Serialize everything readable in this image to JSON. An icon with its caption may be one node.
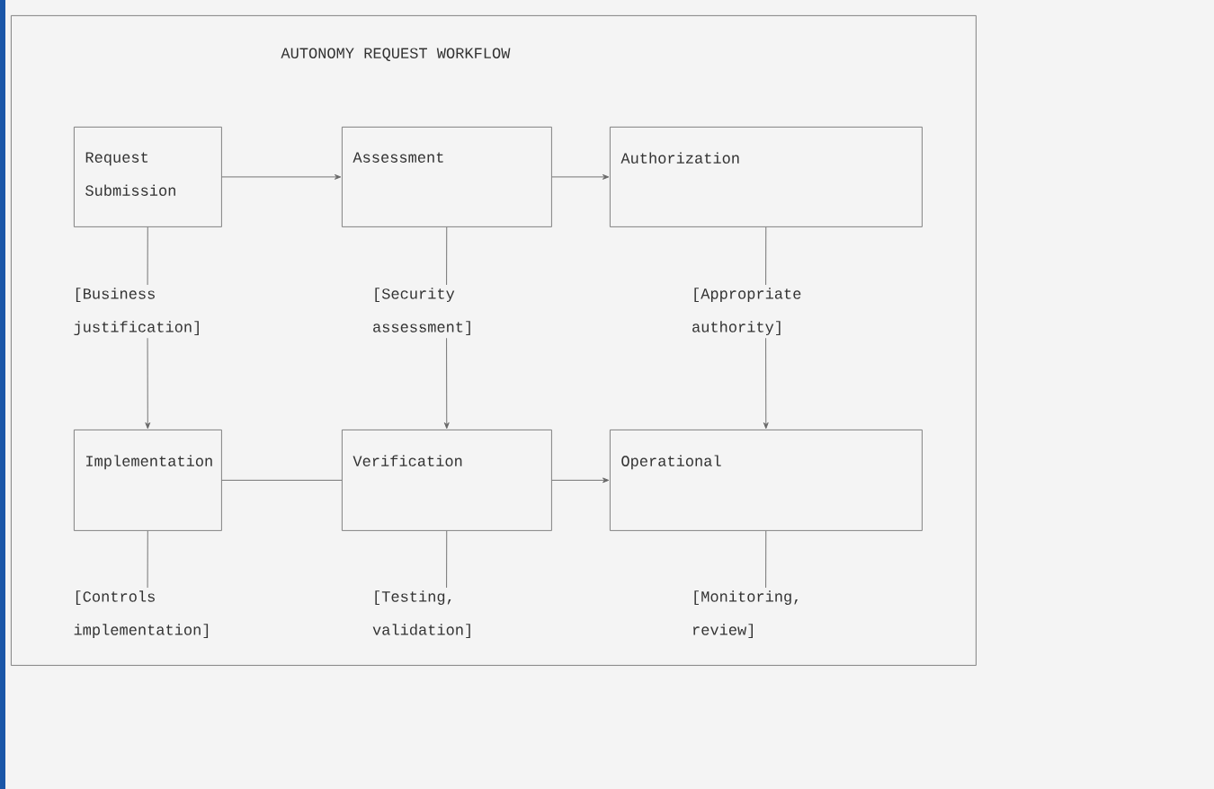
{
  "diagram": {
    "nodes": [
      {
        "text": [
          "AUTONOMY REQUEST WORKFLOW"
        ]
      },
      {
        "text": [
          "Request Submission"
        ],
        "in": 0
      },
      {
        "text": [
          "Assessment"
        ],
        "in": 0
      },
      {
        "text": [
          "Authorization"
        ],
        "in": 0
      },
      {
        "text": [
          "[Business justification]"
        ],
        "in": 0
      },
      {
        "text": [
          "[Security assessment]"
        ],
        "in": 0
      },
      {
        "text": [
          "[Appropriate authority]"
        ],
        "in": 0
      },
      {
        "text": [
          "Implementation"
        ],
        "in": 0
      },
      {
        "text": [
          "Verification"
        ],
        "in": 0
      },
      {
        "text": [
          "Operational"
        ],
        "in": 0
      },
      {
        "text": [
          "[Controls implementation]"
        ],
        "in": 0
      },
      {
        "text": [
          "[Testing, validation]"
        ],
        "in": 0
      },
      {
        "text": [
          "[Monitoring, review]"
        ],
        "in": 0
      }
    ],
    "edges": [
      {
        "from": 1,
        "to": 2,
        "arrow": "to"
      },
      {
        "from": 2,
        "to": 3,
        "arrow": "to"
      },
      {
        "from": 1,
        "to": 4,
        "arrow": "none"
      },
      {
        "from": 2,
        "to": 5,
        "arrow": "none"
      },
      {
        "from": 3,
        "to": 6,
        "arrow": "none"
      },
      {
        "from": 4,
        "to": 7,
        "arrow": "to"
      },
      {
        "from": 5,
        "to": 8,
        "arrow": "to"
      },
      {
        "from": 6,
        "to": 9,
        "arrow": "to"
      },
      {
        "from": 7,
        "to": 8,
        "arrow": "none"
      },
      {
        "from": 8,
        "to": 9,
        "arrow": "to"
      },
      {
        "from": 7,
        "to": 10,
        "arrow": "none"
      },
      {
        "from": 8,
        "to": 11,
        "arrow": "none"
      },
      {
        "from": 9,
        "to": 12,
        "arrow": "none"
      }
    ]
  }
}
